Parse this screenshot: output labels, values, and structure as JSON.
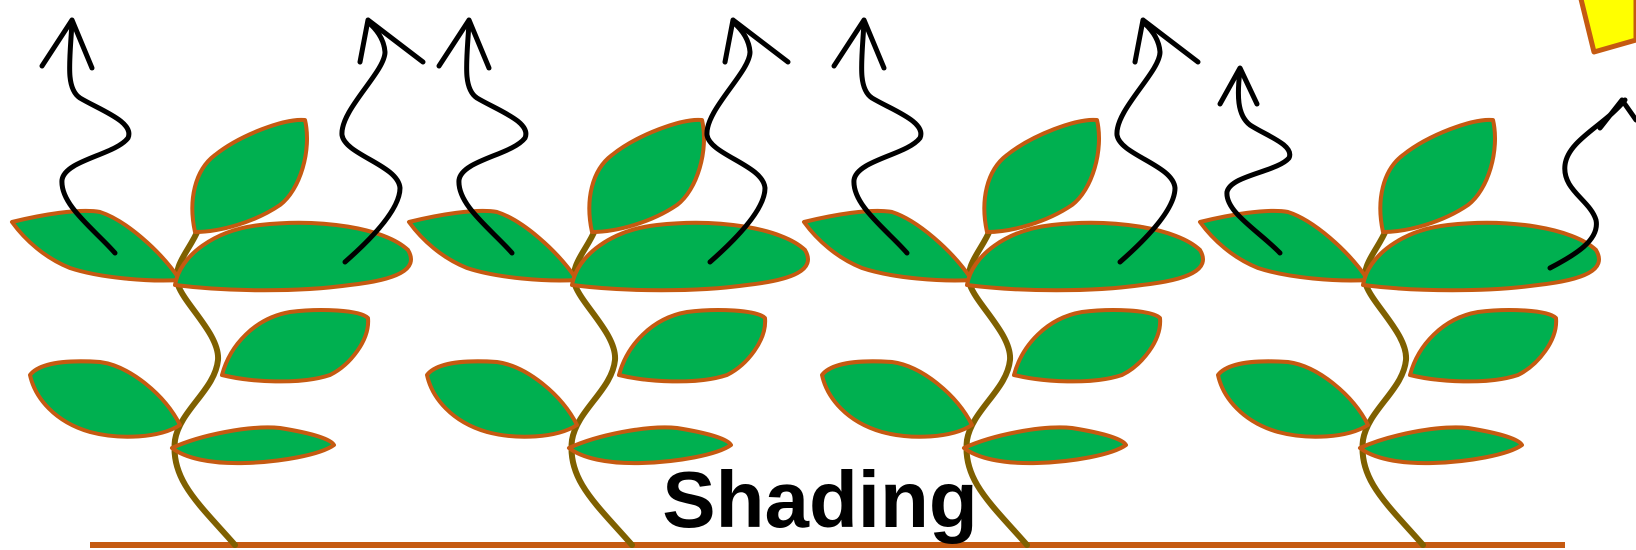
{
  "caption": "Shading",
  "colors": {
    "leaf_fill": "#00B050",
    "leaf_stroke": "#C55A11",
    "stem": "#7F6000",
    "ground": "#C55A11",
    "sun_fill": "#FFFF00",
    "sun_stroke": "#C55A11",
    "arrow": "#000000"
  },
  "diagram": {
    "plant_count": 4,
    "icons": [
      "plant-icon",
      "heat-wave-arrow-icon",
      "sun-icon",
      "ground-line"
    ]
  }
}
